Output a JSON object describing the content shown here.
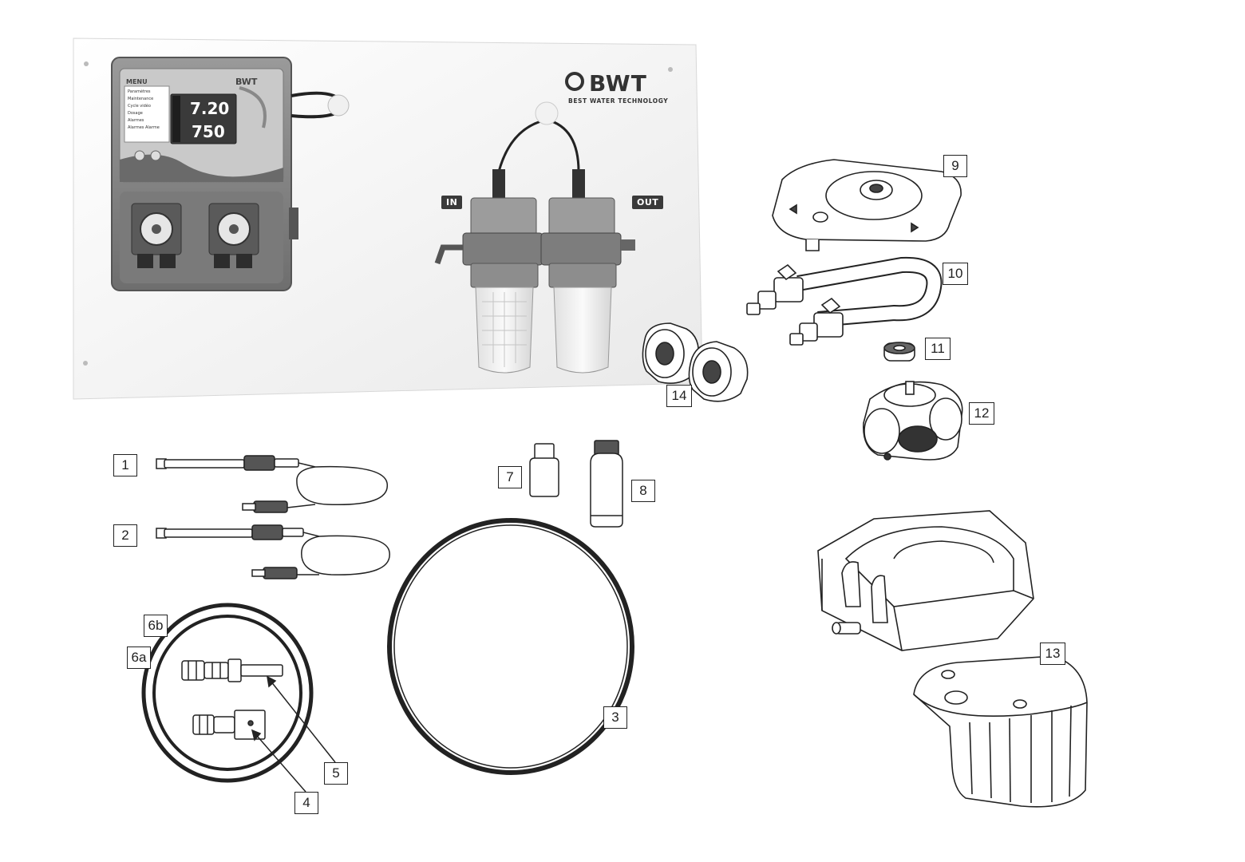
{
  "panel": {
    "brand": "BWT",
    "tagline": "BEST WATER TECHNOLOGY",
    "in_label": "IN",
    "out_label": "OUT"
  },
  "controller": {
    "menu_title": "MENU",
    "menu_items": [
      "Paramètres",
      "Maintenance",
      "Cycle vidéo",
      "Dosage",
      "Alarmes",
      "Alarmes Alarme"
    ],
    "brand": "BWT",
    "ph_value": "7.20",
    "rx_value": "750"
  },
  "callouts": {
    "c1": "1",
    "c2": "2",
    "c3": "3",
    "c4": "4",
    "c5": "5",
    "c6a": "6a",
    "c6b": "6b",
    "c7": "7",
    "c8": "8",
    "c9": "9",
    "c10": "10",
    "c11": "11",
    "c12": "12",
    "c13": "13",
    "c14": "14"
  },
  "colors": {
    "line": "#222222",
    "panel_bg": "#f2f2f2",
    "screen_bg": "#3a3a3a",
    "housing": "#8a8a8a"
  }
}
